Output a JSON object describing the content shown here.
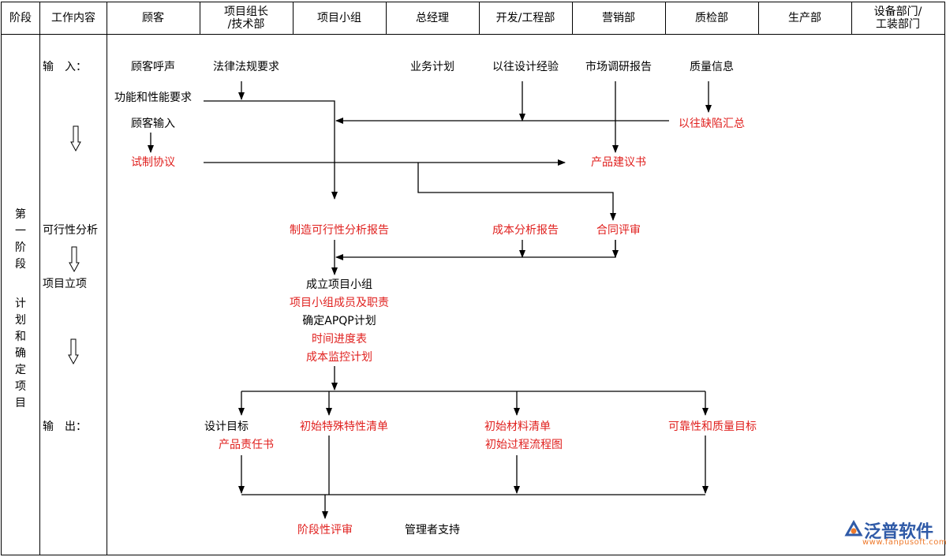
{
  "headers": {
    "stage": "阶段",
    "work": "工作内容",
    "customer": "顾客",
    "pm_line1": "项目组长",
    "pm_line2": "/技术部",
    "team": "项目小组",
    "gm": "总经理",
    "dev": "开发/工程部",
    "marketing": "营销部",
    "qa": "质检部",
    "production": "生产部",
    "equip_line1": "设备部门/",
    "equip_line2": "工装部门"
  },
  "stage_label": {
    "title": "第一阶段",
    "subtitle": "计划和确定项目"
  },
  "work_items": {
    "input": "输　入：",
    "feasibility": "可行性分析",
    "approval": "项目立项",
    "output": "输　出："
  },
  "nodes": {
    "customer_voice": "顾客呼声",
    "regulations": "法律法规要求",
    "business_plan": "业务计划",
    "past_design": "以往设计经验",
    "market_report": "市场调研报告",
    "quality_info": "质量信息",
    "func_req": "功能和性能要求",
    "customer_input": "顾客输入",
    "past_defects": "以往缺陷汇总",
    "trial_agreement": "试制协议",
    "product_proposal": "产品建议书",
    "mfg_feasibility": "制造可行性分析报告",
    "cost_analysis": "成本分析报告",
    "contract_review": "合同评审",
    "form_team": "成立项目小组",
    "team_members": "项目小组成员及职责",
    "apqp_plan": "确定APQP计划",
    "schedule": "时间进度表",
    "cost_monitor": "成本监控计划",
    "design_goal": "设计目标",
    "product_liability": "产品责任书",
    "special_char": "初始特殊特性清单",
    "material_list": "初始材料清单",
    "process_flow": "初始过程流程图",
    "reliability": "可靠性和质量目标",
    "phase_review": "阶段性评审",
    "mgmt_support": "管理者支持"
  },
  "watermark": {
    "brand": "泛普软件",
    "url": "www.fanpusoft.com"
  },
  "colors": {
    "red_text": "#e0211f",
    "line": "#000000",
    "brand_blue": "#2f5aa7",
    "brand_orange": "#ee7a2c"
  }
}
